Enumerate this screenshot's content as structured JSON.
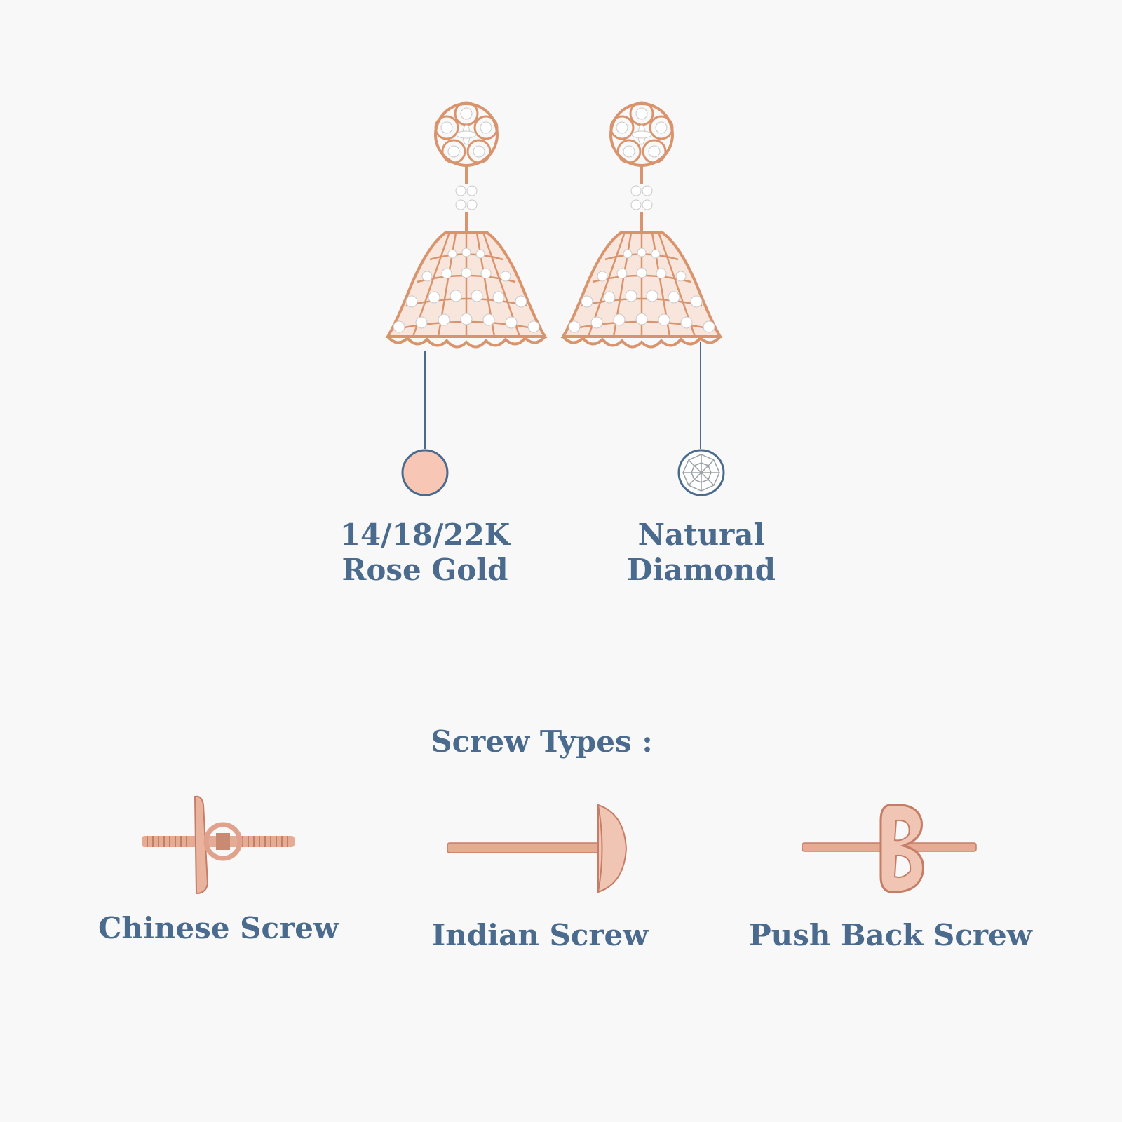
{
  "colors": {
    "background": "#f8f8f8",
    "label_text": "#4a6a8e",
    "callout_line": "#4a6a8e",
    "rose_gold": "#d9936d",
    "rose_gold_light": "#f0b89b",
    "rose_gold_swatch": "#f7c6b4",
    "diamond": "#ffffff"
  },
  "product": {
    "earrings_image": "jhumka-earrings-image"
  },
  "callouts": {
    "metal": {
      "icon": "rose-gold-swatch-icon",
      "line1": "14/18/22K",
      "line2": "Rose Gold"
    },
    "stone": {
      "icon": "diamond-icon",
      "line1": "Natural",
      "line2": "Diamond"
    }
  },
  "screw_section": {
    "title": "Screw Types :",
    "types": [
      {
        "label": "Chinese Screw",
        "icon": "chinese-screw-icon"
      },
      {
        "label": "Indian Screw",
        "icon": "indian-screw-icon"
      },
      {
        "label": "Push Back Screw",
        "icon": "push-back-screw-icon"
      }
    ]
  }
}
